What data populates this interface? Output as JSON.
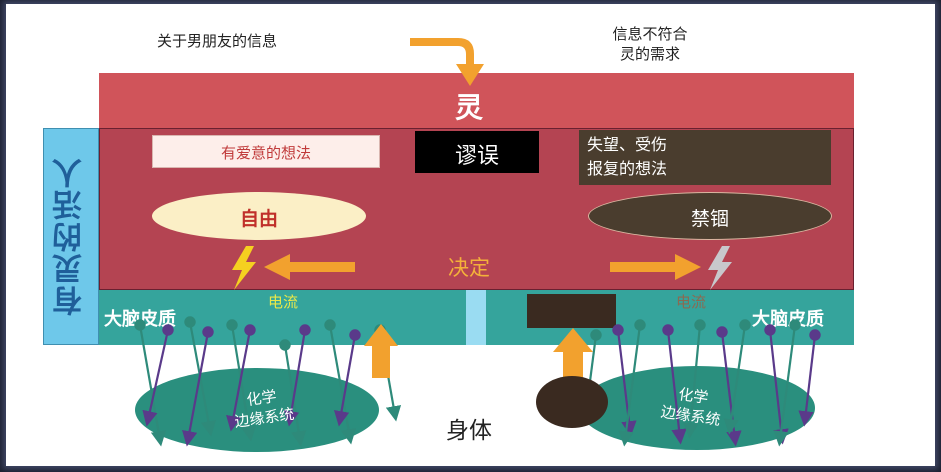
{
  "top_left_caption": "关于男朋友的信息",
  "top_right_caption": [
    "信息不符合",
    "灵的需求"
  ],
  "spirit_label": "灵",
  "side_label": "有灵的活人",
  "left_thought": "有爱意的想法",
  "center_box": "谬误",
  "right_thought": [
    "失望、受伤",
    "报复的想法"
  ],
  "left_oval": "自由",
  "right_oval": "禁锢",
  "decision": "决定",
  "left_current": "电流",
  "right_current": "电流",
  "left_cortex": "大脑皮质",
  "right_cortex": "大脑皮质",
  "left_limbic": [
    "化学",
    "边缘系统"
  ],
  "right_limbic": [
    "化学",
    "边缘系统"
  ],
  "body_label": "身体",
  "colors": {
    "spirit_red": "#d0545a",
    "soul_red": "#b44452",
    "cortex_teal": "#35a49c",
    "light_blue": "#6ec8ea",
    "orange_arrow": "#f2a12e",
    "limbic_green": "#2a8f7e",
    "dark_brown": "#3a2a20",
    "right_box": "#4a3d2e"
  }
}
